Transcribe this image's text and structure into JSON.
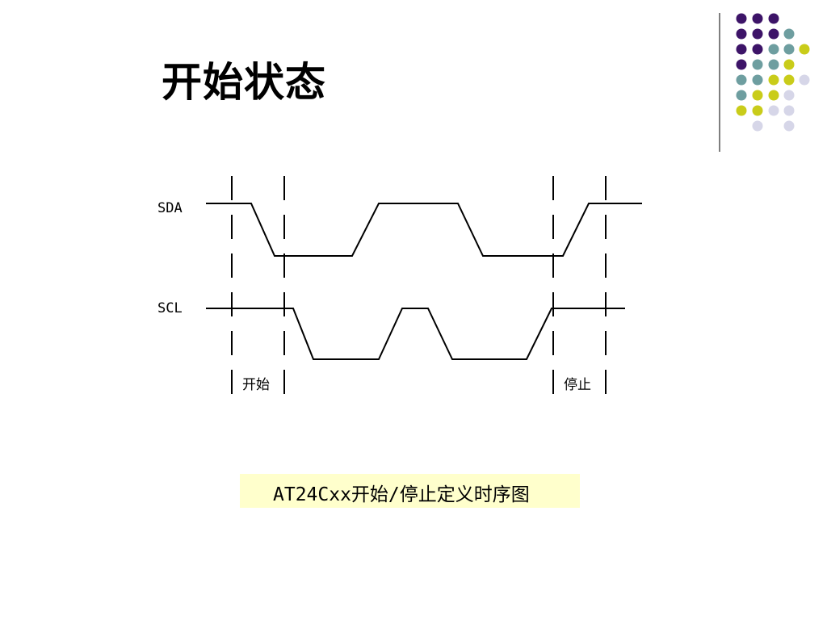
{
  "slide": {
    "title": "开始状态",
    "caption": "AT24Cxx开始/停止定义时序图"
  },
  "diagram": {
    "signals": {
      "sda": "SDA",
      "scl": "SCL"
    },
    "markers": {
      "start": "开始",
      "stop": "停止"
    }
  },
  "decoration": {
    "dot_colors": {
      "purple": "#3d1468",
      "teal": "#6e9ea0",
      "yellow": "#c9cc1a",
      "lavender": "#d6d6e8"
    }
  }
}
